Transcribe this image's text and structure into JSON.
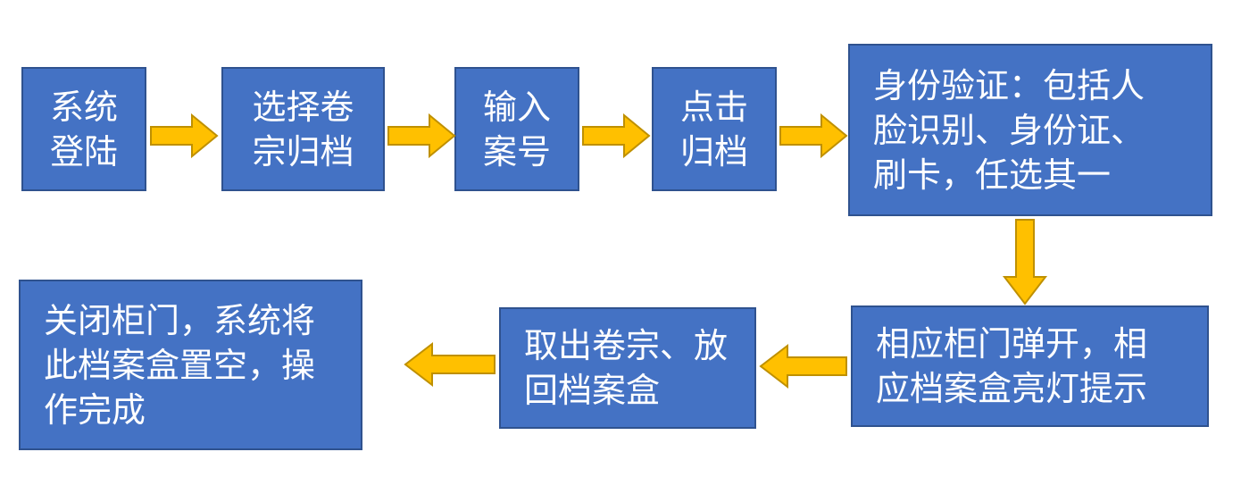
{
  "flow": {
    "step1": "系统\n登陆",
    "step2": "选择卷\n宗归档",
    "step3": "输入\n案号",
    "step4": "点击\n归档",
    "step5": "身份验证：包括人\n脸识别、身份证、\n刷卡，任选其一",
    "step6": "相应柜门弹开，相\n应档案盒亮灯提示",
    "step7": "取出卷宗、放\n回档案盒",
    "step8": "关闭柜门，系统将\n此档案盒置空，操\n作完成"
  },
  "colors": {
    "box_fill": "#4472c4",
    "box_border": "#2f528f",
    "arrow_fill": "#ffc000",
    "arrow_border": "#bf9000",
    "text": "#ffffff"
  },
  "icons": [
    "arrow-right-icon",
    "arrow-down-icon",
    "arrow-left-icon"
  ]
}
